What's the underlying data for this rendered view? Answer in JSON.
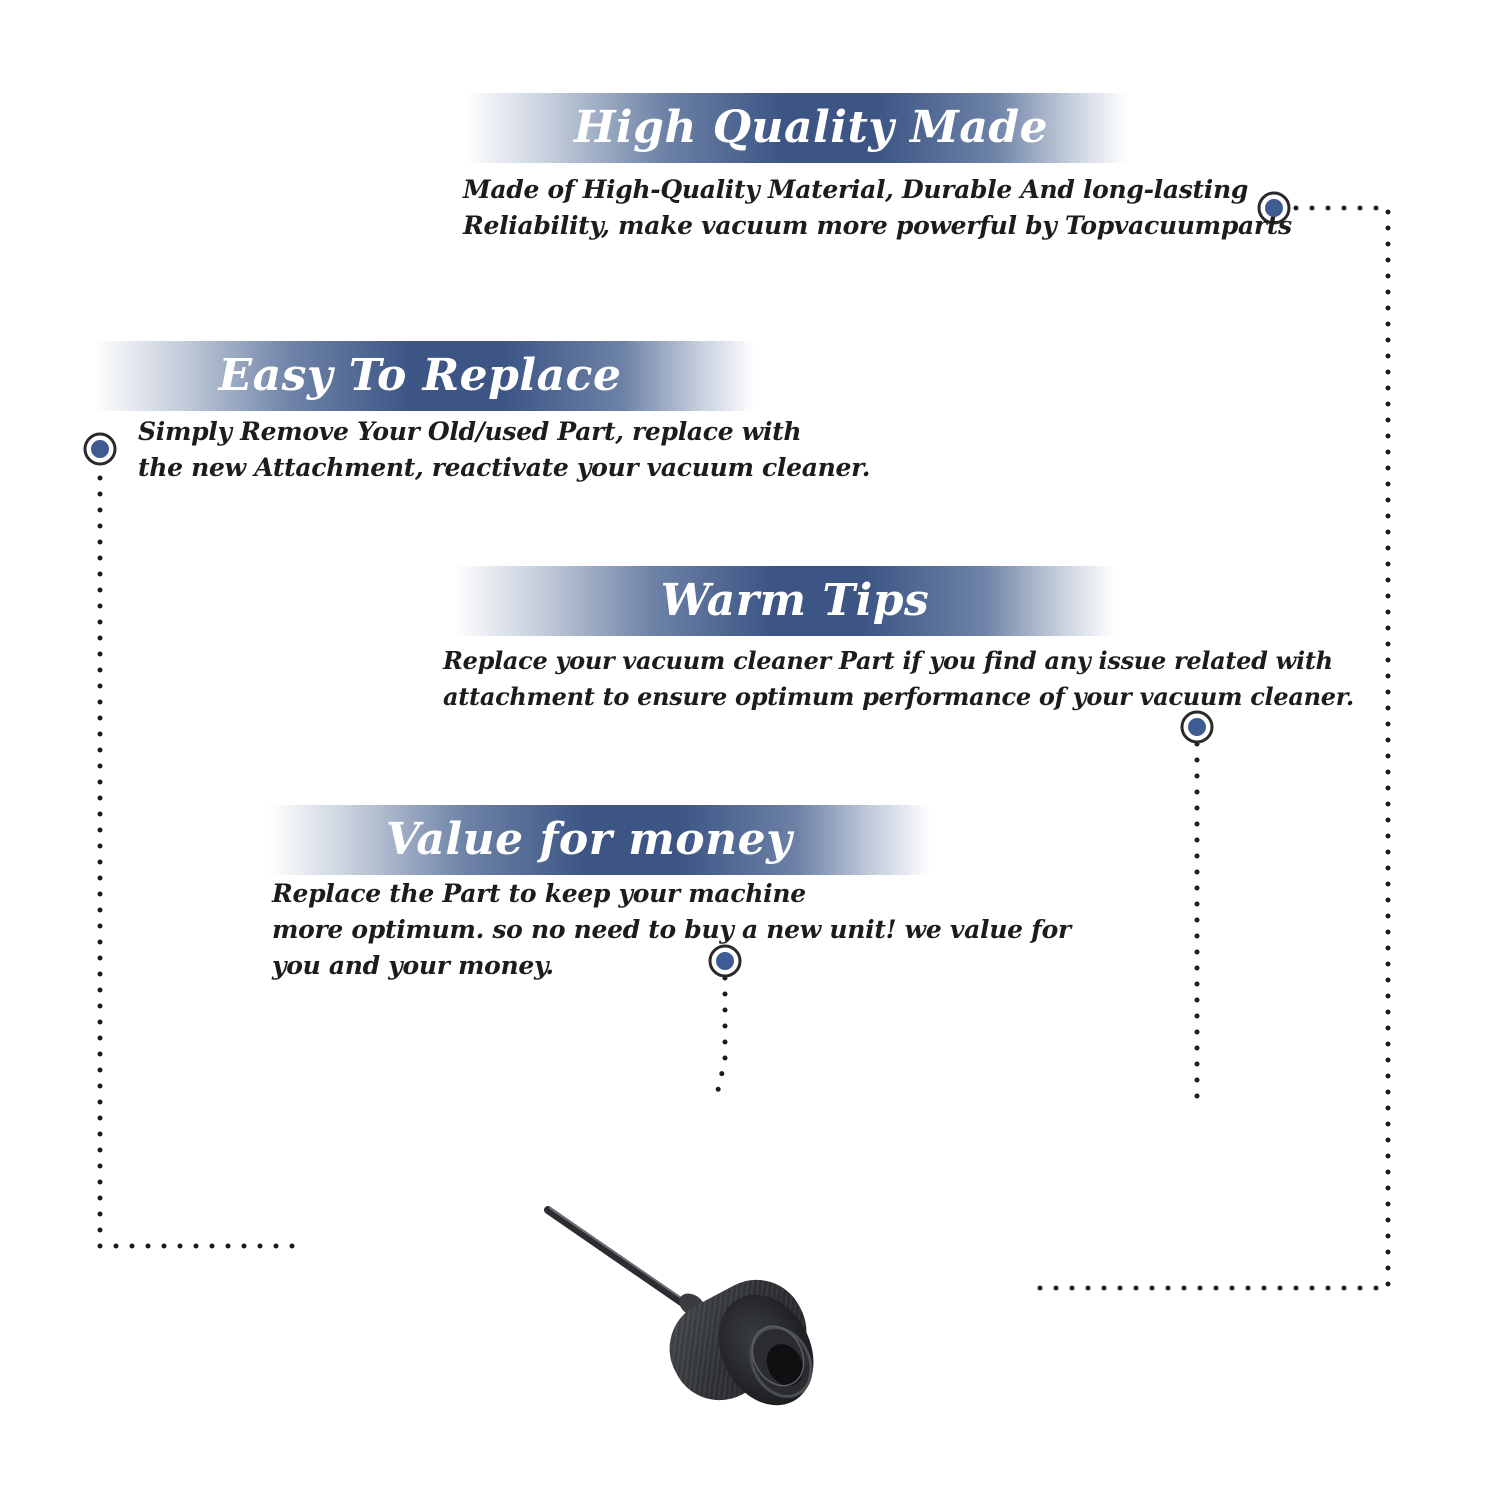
{
  "features": [
    {
      "title": "High Quality Made",
      "lines": [
        "Made of  High-Quality Material, Durable And long-lasting",
        "Reliability, make vacuum more powerful by Topvacuumparts"
      ]
    },
    {
      "title": "Easy To Replace",
      "lines": [
        "Simply Remove Your Old/used Part, replace with",
        "the new Attachment, reactivate your vacuum cleaner."
      ]
    },
    {
      "title": "Warm Tips",
      "lines": [
        "Replace your vacuum cleaner Part if you find any issue related with",
        " attachment to ensure optimum performance of your vacuum cleaner."
      ]
    },
    {
      "title": "Value for money",
      "lines": [
        "Replace the Part to keep your machine",
        "more optimum. so no need to buy a new unit! we value for",
        "you and your money."
      ]
    }
  ],
  "colors": {
    "accent_navy": "#3c5585",
    "dot": "#3e5b92",
    "dotted_line": "#1a1a1a",
    "text": "#1c1c1c"
  },
  "product_image": "vacuum-dust-cap-with-rod"
}
